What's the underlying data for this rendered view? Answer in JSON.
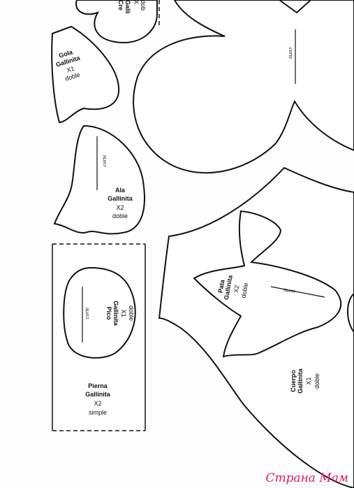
{
  "pieces": {
    "cresta": {
      "line1": "Cre",
      "line2": "Galli",
      "line3": "X",
      "line4": "dob"
    },
    "gola": {
      "name": "Gola",
      "species": "Gallinita",
      "qty": "X1",
      "kind": "doble"
    },
    "ala": {
      "name": "Ala",
      "species": "Gallinita",
      "qty": "X2",
      "kind": "doble",
      "corte": "corte"
    },
    "pico": {
      "name": "Pico",
      "species": "Gallinita",
      "qty": "X1",
      "kind": "doble",
      "corte": "corte"
    },
    "pierna": {
      "name": "Pierna",
      "species": "Gallinita",
      "qty": "X2",
      "kind": "simple"
    },
    "pata": {
      "name": "Pata",
      "species": "Gallinita",
      "qty": "X2",
      "kind": "doble",
      "corte": "corte"
    },
    "cuerpo": {
      "name": "Cuerpo",
      "species": "Gallinita",
      "qty": "X1",
      "kind": "doble"
    },
    "top_right": {
      "corte": "corte"
    }
  },
  "watermark": "Страна Мам"
}
